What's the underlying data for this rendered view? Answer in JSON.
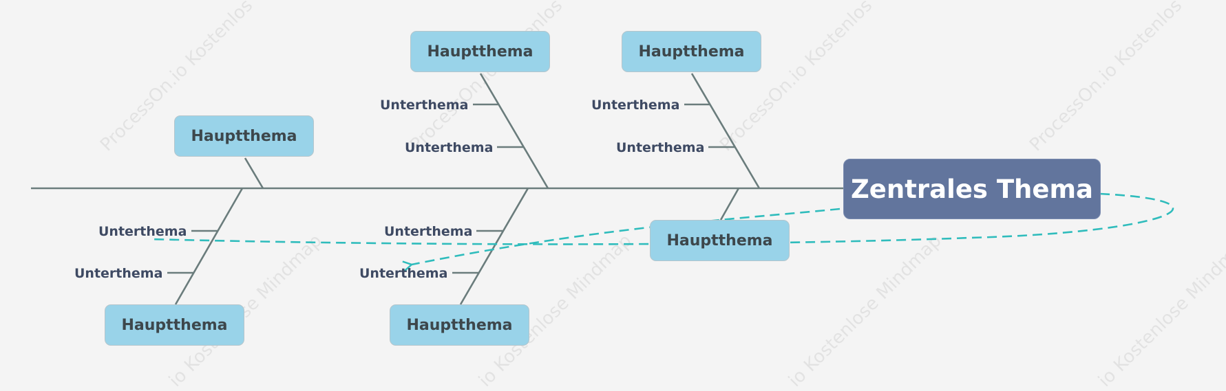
{
  "central_topic": "Zentrales Thema",
  "main_topics": [
    "Hauptthema",
    "Hauptthema",
    "Hauptthema",
    "Hauptthema",
    "Hauptthema",
    "Hauptthema"
  ],
  "subtopics": [
    "Unterthema",
    "Unterthema",
    "Unterthema",
    "Unterthema",
    "Unterthema",
    "Unterthema",
    "Unterthema",
    "Unterthema"
  ],
  "watermark": {
    "line_a": "ProcessOn.io Kostenlos",
    "line_b": "io Kostenlose Mindmap"
  },
  "colors": {
    "background": "#f4f4f4",
    "spine": "#6a7c7c",
    "topic_fill": "#99d3e9",
    "central_fill": "#62759d",
    "relation_line": "#2fbcbc",
    "subtopic_text": "#3e4a63"
  }
}
